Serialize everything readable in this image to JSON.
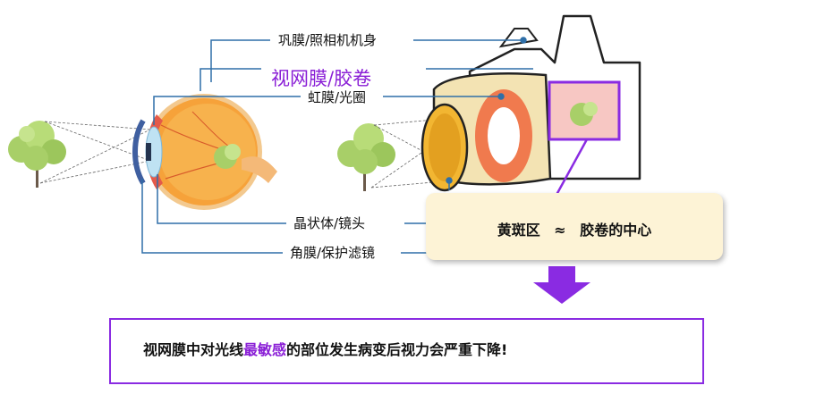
{
  "labels": {
    "sclera_body": "巩膜/照相机机身",
    "retina_film": "视网膜/胶卷",
    "iris_aperture": "虹膜/光圈",
    "lens": "晶状体/镜头",
    "cornea_filter": "角膜/保护滤镜"
  },
  "callout": {
    "part1": "黄斑区",
    "symbol": "≈",
    "part2": "胶卷的中心"
  },
  "conclusion": {
    "before": "视网膜中对光线",
    "highlight": "最敏感",
    "after": "的部位发生病变后视力会严重下降!"
  },
  "colors": {
    "accent_purple": "#8a2be2",
    "leader_line_blue": "#2f6fa8",
    "callout_bg": "#fdf3d6",
    "eye_orange": "#f6a23a",
    "ring_orange": "#f07a4e",
    "tree_green": "#a8cf68"
  },
  "icons": [
    "tree-icon",
    "eye-diagram",
    "camera-diagram",
    "down-arrow-icon"
  ]
}
